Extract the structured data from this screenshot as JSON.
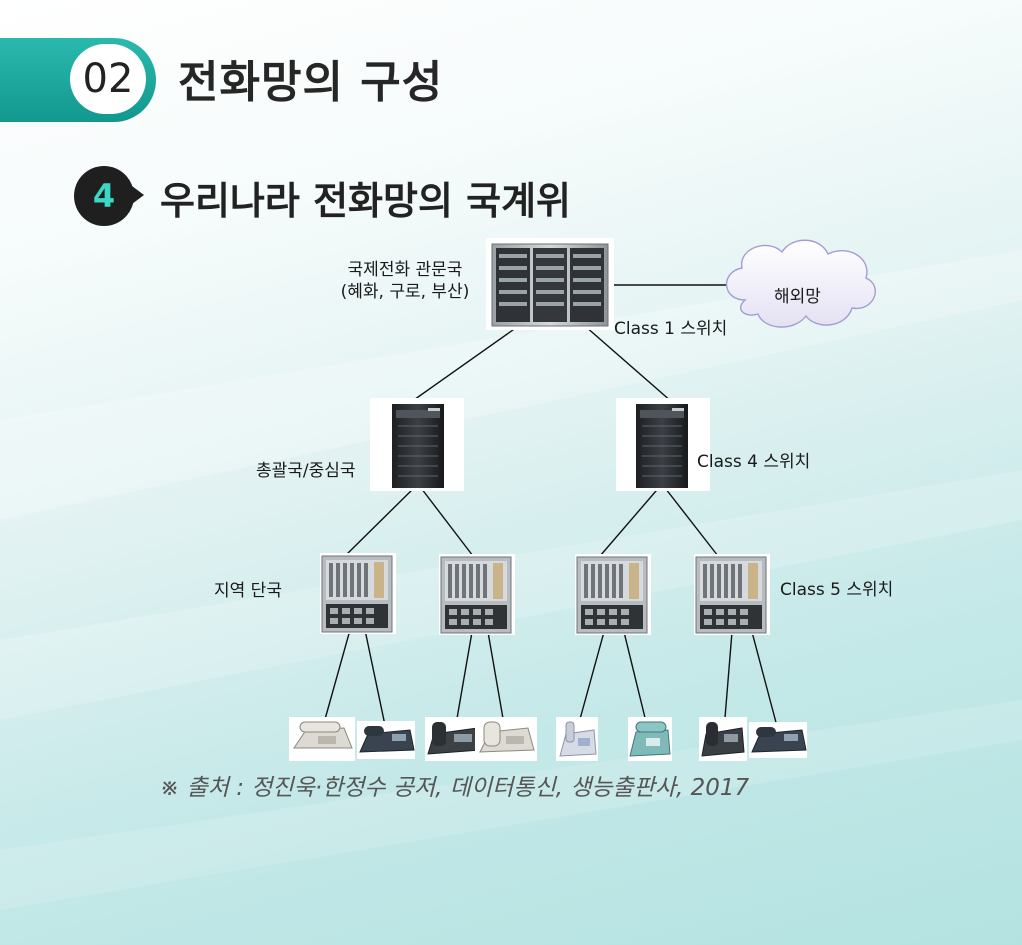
{
  "header": {
    "number": "02",
    "title": "전화망의 구성"
  },
  "section": {
    "number": "4",
    "title": "우리나라 전화망의 국계위"
  },
  "diagram": {
    "top_node": {
      "name": "국제전화 관문국",
      "sub": "(혜화, 구로, 부산)",
      "class_label": "Class 1 스위치"
    },
    "overseas": {
      "label": "해외망"
    },
    "toll_nodes": {
      "name": "총괄국/중심국",
      "class_label": "Class 4 스위치"
    },
    "local_nodes": {
      "name": "지역 단국",
      "class_label": "Class 5 스위치"
    }
  },
  "source": "※ 출처 : 정진욱·한정수 공저, 데이터통신, 생능출판사, 2017",
  "colors": {
    "accent_teal": "#1aa89d",
    "badge_dark": "#1f1f1f",
    "badge_text": "#3ad8c5"
  }
}
